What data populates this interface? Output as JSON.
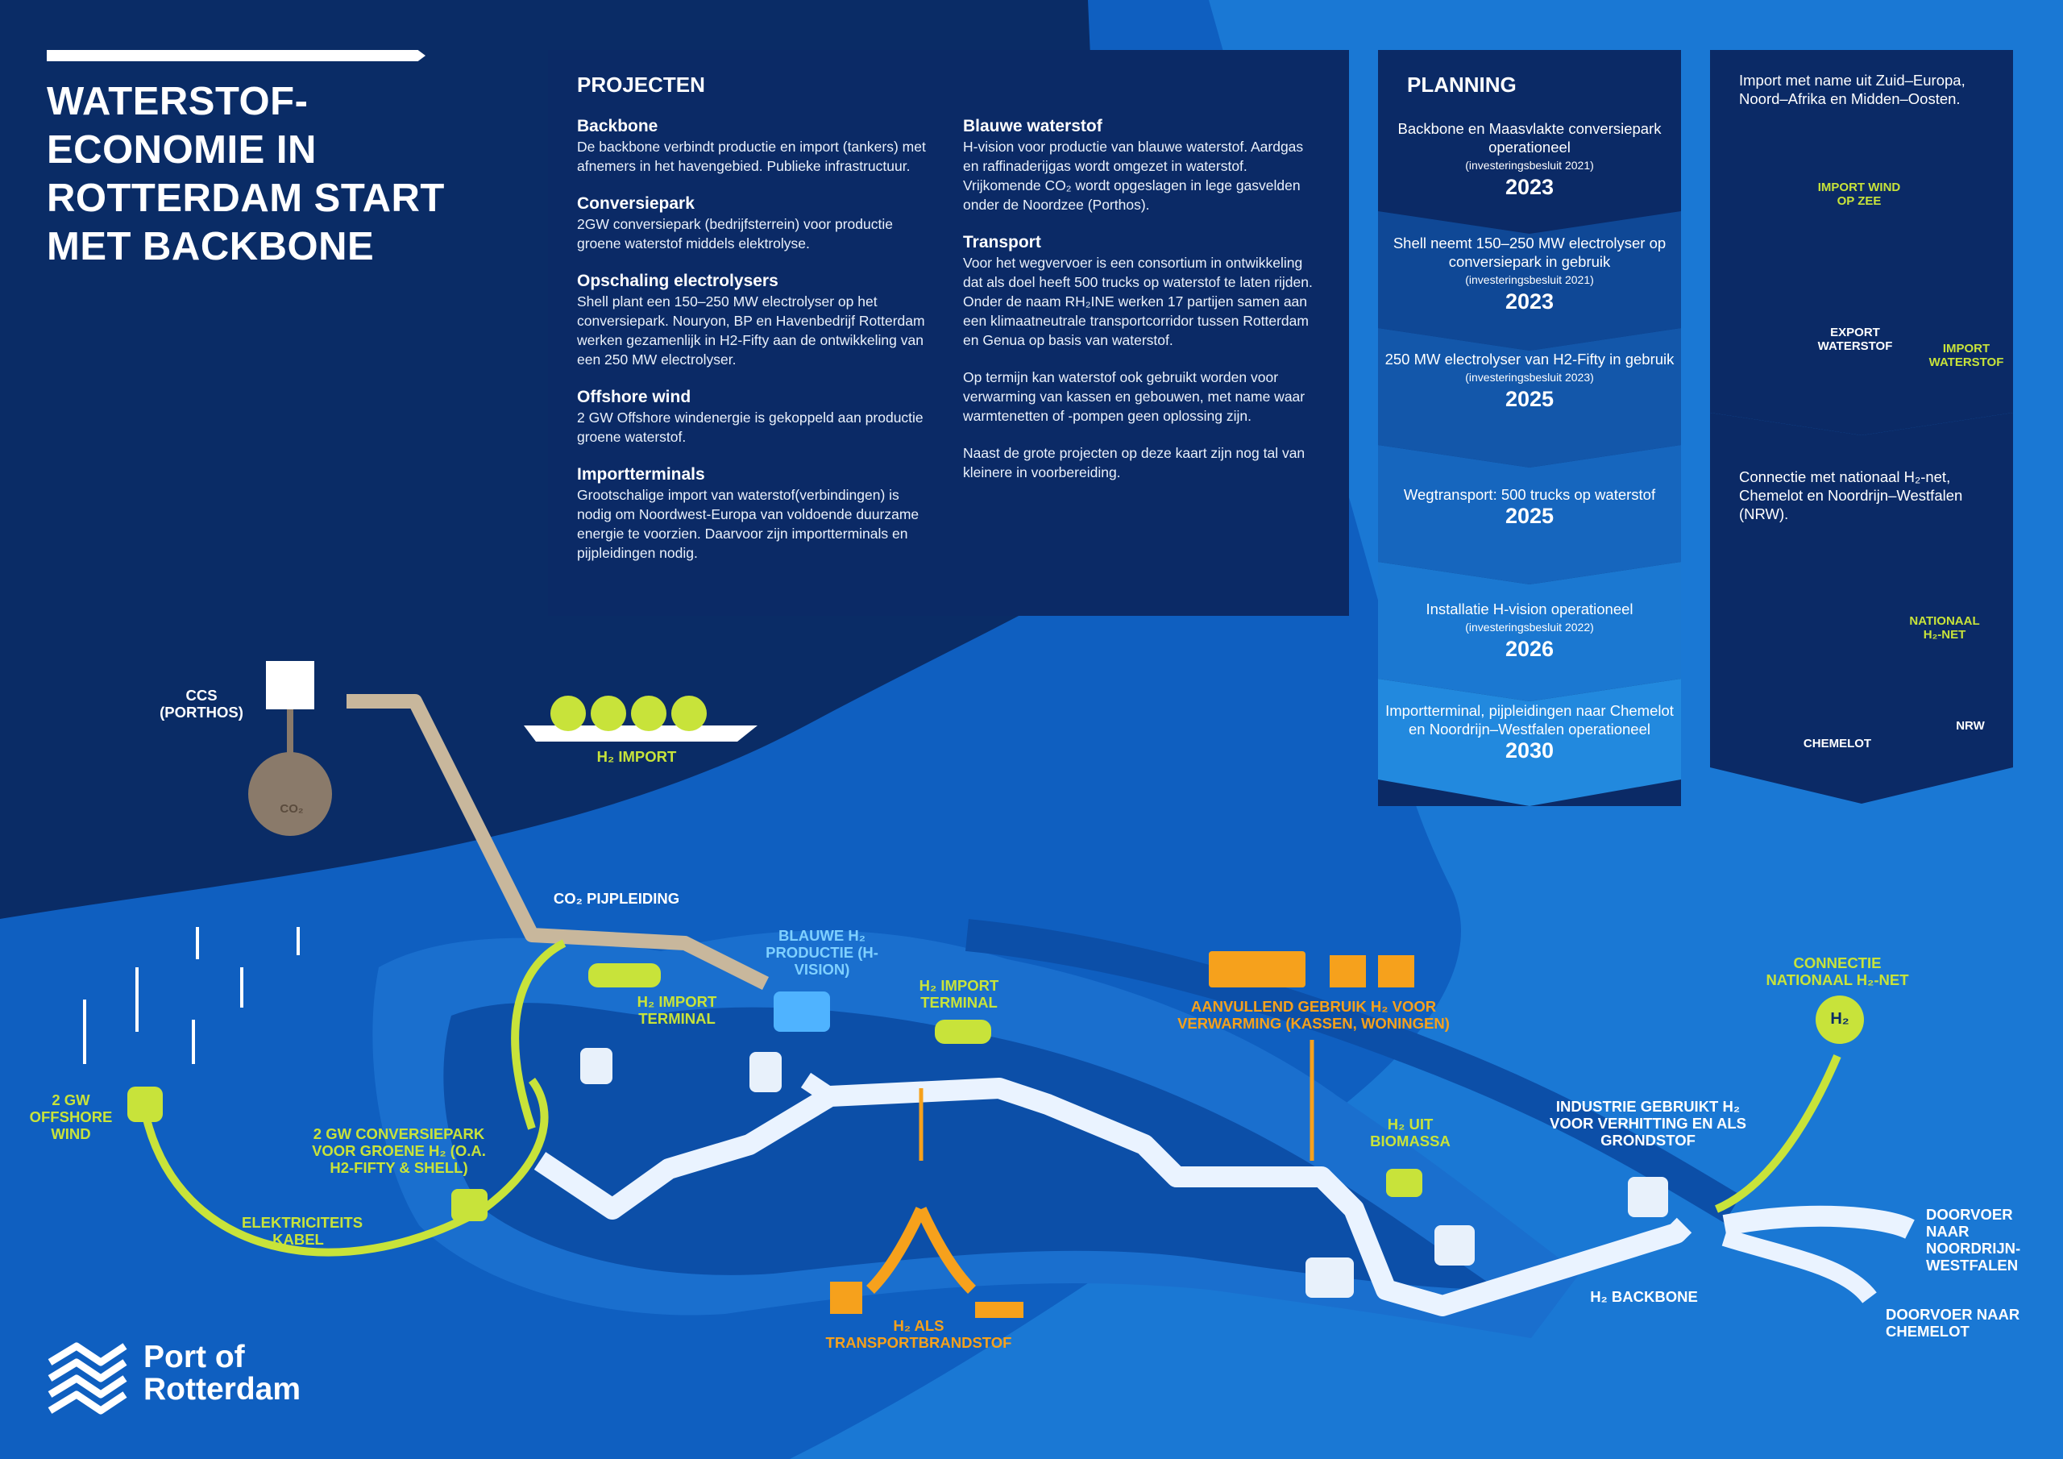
{
  "header": {
    "title_lines": [
      "WATERSTOF-",
      "ECONOMIE IN",
      "ROTTERDAM START",
      "MET BACKBONE"
    ]
  },
  "projects": {
    "heading": "PROJECTEN",
    "items": [
      {
        "title": "Backbone",
        "text": "De backbone verbindt productie en import (tankers) met afnemers in het havengebied. Publieke infrastructuur."
      },
      {
        "title": "Conversiepark",
        "text": "2GW conversiepark (bedrijfsterrein) voor productie groene waterstof middels elektrolyse."
      },
      {
        "title": "Opschaling electrolysers",
        "text": "Shell plant een 150–250 MW electrolyser op het conversiepark. Nouryon, BP en Havenbedrijf Rotterdam werken gezamenlijk in H2-Fifty aan de ontwikkeling van een 250 MW electrolyser."
      },
      {
        "title": "Offshore wind",
        "text": "2 GW Offshore windenergie is gekoppeld aan productie groene waterstof."
      },
      {
        "title": "Importterminals",
        "text": "Grootschalige import van waterstof(verbindingen) is nodig om Noordwest-Europa van voldoende duurzame energie te voorzien. Daarvoor zijn importterminals en pijpleidingen nodig."
      },
      {
        "title": "Blauwe waterstof",
        "text": "H-vision voor productie van blauwe waterstof. Aardgas en raffinaderijgas wordt omgezet in waterstof. Vrijkomende CO₂ wordt opgeslagen in lege gasvelden onder de Noordzee (Porthos)."
      },
      {
        "title": "Transport",
        "text": "Voor het wegvervoer is een consortium in ontwikkeling dat als doel heeft 500 trucks op waterstof te laten rijden. Onder de naam RH₂INE werken 17 partijen samen aan een klimaatneutrale transportcorridor tussen Rotterdam en Genua op basis van waterstof."
      }
    ],
    "extra_paragraphs": [
      "Op termijn kan waterstof ook gebruikt worden voor verwarming van kassen en gebouwen, met name waar warmtenetten of -pompen geen oplossing zijn.",
      "Naast de grote projecten op deze kaart zijn nog tal van kleinere in voorbereiding."
    ]
  },
  "planning": {
    "heading": "PLANNING",
    "steps": [
      {
        "text": "Backbone en Maasvlakte conversiepark operationeel",
        "note": "(investeringsbesluit 2021)",
        "year": "2023",
        "color": "#0d3a80"
      },
      {
        "text": "Shell neemt 150–250 MW electrolyser op conversiepark in gebruik",
        "note": "(investeringsbesluit 2021)",
        "year": "2023",
        "color": "#0f4896"
      },
      {
        "text": "250 MW electrolyser van H2-Fifty in gebruik",
        "note": "(investeringsbesluit 2023)",
        "year": "2025",
        "color": "#1357aa"
      },
      {
        "text": "Wegtransport: 500 trucks op waterstof",
        "note": "",
        "year": "2025",
        "color": "#1666be"
      },
      {
        "text": "Installatie H-vision operationeel",
        "note": "(investeringsbesluit 2022)",
        "year": "2026",
        "color": "#1b78d1"
      },
      {
        "text": "Importterminal, pijpleidingen naar Chemelot en Noordrijn–Westfalen operationeel",
        "note": "",
        "year": "2030",
        "color": "#2289de"
      }
    ]
  },
  "side": {
    "import_text": "Import met name uit Zuid–Europa, Noord–Afrika en Midden–Oosten.",
    "globe_labels": {
      "import_wind": "IMPORT WIND OP ZEE",
      "export": "EXPORT WATERSTOF",
      "import_h2": "IMPORT WATERSTOF"
    },
    "connect_text": "Connectie met nationaal H₂-net, Chemelot en Noordrijn–Westfalen (NRW).",
    "nl_labels": {
      "nationaal": "NATIONAAL H₂-NET",
      "nrw": "NRW",
      "chemelot": "CHEMELOT"
    }
  },
  "map_labels": {
    "ccs": "CCS (PORTHOS)",
    "co2_symbol": "CO₂",
    "h2_import": "H₂ IMPORT",
    "co2_pipeline": "CO₂ PIJPLEIDING",
    "offshore_wind": "2 GW OFFSHORE WIND",
    "cable": "ELEKTRICITEITS KABEL",
    "conversiepark": "2 GW CONVERSIEPARK VOOR GROENE H₂ (O.A. H2-FIFTY & SHELL)",
    "import_terminal_1": "H₂ IMPORT TERMINAL",
    "blauwe_h2": "BLAUWE H₂ PRODUCTIE (H-VISION)",
    "import_terminal_2": "H₂ IMPORT TERMINAL",
    "transportbrandstof": "H₂ ALS TRANSPORTBRANDSTOF",
    "verwarming": "AANVULLEND GEBRUIK H₂ VOOR VERWARMING (KASSEN, WONINGEN)",
    "biomassa": "H₂ UIT BIOMASSA",
    "industrie": "INDUSTRIE GEBRUIKT H₂ VOOR VERHITTING EN ALS GRONDSTOF",
    "backbone": "H₂ BACKBONE",
    "connectie": "CONNECTIE NATIONAAL H₂-NET",
    "h2_badge": "H₂",
    "doorvoer_nrw": "DOORVOER NAAR NOORDRIJN-WESTFALEN",
    "doorvoer_chemelot": "DOORVOER NAAR CHEMELOT"
  },
  "logo": {
    "line1": "Port of",
    "line2": "Rotterdam"
  },
  "colors": {
    "navy": "#0a2c66",
    "sea": "#0f5fc0",
    "land": "#1b7fd8",
    "lime": "#c8e33a",
    "orange": "#f6a11c",
    "pipe": "#eaf3ff"
  }
}
